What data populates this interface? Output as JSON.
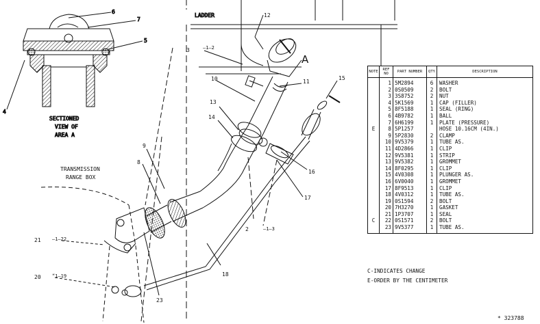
{
  "diagram": {
    "labels": {
      "ladder": "LADDER",
      "area_a": "A",
      "sectioned_view": [
        "SECTIONED",
        "VIEW OF",
        "AREA A"
      ],
      "transmission_box": [
        "TRANSMISSION",
        "RANGE BOX"
      ],
      "ref_12": "12",
      "ref_6": "6",
      "ref_7": "7",
      "ref_5": "5",
      "ref_4": "4",
      "ref_3": "3",
      "ref_m12": "–1–2",
      "ref_10": "10",
      "ref_11": "11",
      "ref_15": "15",
      "ref_13": "13",
      "ref_14": "14",
      "ref_9": "9",
      "ref_8": "8",
      "ref_16": "16",
      "ref_17": "17",
      "ref_2": "2",
      "ref_m13": "–1–3",
      "ref_21": "21",
      "ref_m122": "–1–22",
      "ref_20": "20",
      "ref_m119": "“1–19",
      "ref_18": "18",
      "ref_23": "23"
    }
  },
  "parts_table": {
    "headers": {
      "note": "NOTE",
      "ref_no": "REF NO",
      "part_number": "PART NUMBER",
      "qty": "QTY",
      "description": "DESCRIPTION"
    },
    "rows": [
      {
        "note": "",
        "ref": "1",
        "part": "5M2894",
        "qty": "6",
        "desc": "WASHER"
      },
      {
        "note": "",
        "ref": "2",
        "part": "0S0509",
        "qty": "2",
        "desc": "BOLT"
      },
      {
        "note": "",
        "ref": "3",
        "part": "3S8752",
        "qty": "2",
        "desc": "NUT"
      },
      {
        "note": "",
        "ref": "4",
        "part": "5K1569",
        "qty": "1",
        "desc": "CAP (FILLER)"
      },
      {
        "note": "",
        "ref": "5",
        "part": "8F5188",
        "qty": "1",
        "desc": "SEAL (RING)"
      },
      {
        "note": "",
        "ref": "6",
        "part": "4B9782",
        "qty": "1",
        "desc": "BALL"
      },
      {
        "note": "",
        "ref": "7",
        "part": "6H6199",
        "qty": "1",
        "desc": "PLATE (PRESSURE)"
      },
      {
        "note": "E",
        "ref": "8",
        "part": "5P1257",
        "qty": "",
        "desc": "HOSE 10.16CM (4IN.)"
      },
      {
        "note": "",
        "ref": "9",
        "part": "5P2830",
        "qty": "2",
        "desc": "CLAMP"
      },
      {
        "note": "",
        "ref": "10",
        "part": "9V5379",
        "qty": "1",
        "desc": "TUBE AS."
      },
      {
        "note": "",
        "ref": "11",
        "part": "4D2866",
        "qty": "1",
        "desc": "CLIP"
      },
      {
        "note": "",
        "ref": "12",
        "part": "9V5381",
        "qty": "1",
        "desc": "STRIP"
      },
      {
        "note": "",
        "ref": "13",
        "part": "9V5382",
        "qty": "1",
        "desc": "GROMMET"
      },
      {
        "note": "",
        "ref": "14",
        "part": "8F0295",
        "qty": "1",
        "desc": "CLIP"
      },
      {
        "note": "",
        "ref": "15",
        "part": "4V0308",
        "qty": "1",
        "desc": "PLUNGER AS."
      },
      {
        "note": "",
        "ref": "16",
        "part": "6V0040",
        "qty": "1",
        "desc": "GROMMET"
      },
      {
        "note": "",
        "ref": "17",
        "part": "8F9513",
        "qty": "1",
        "desc": "CLIP"
      },
      {
        "note": "",
        "ref": "18",
        "part": "4V0312",
        "qty": "1",
        "desc": "TUBE AS."
      },
      {
        "note": "",
        "ref": "19",
        "part": "0S1594",
        "qty": "2",
        "desc": "BOLT"
      },
      {
        "note": "",
        "ref": "20",
        "part": "7H3270",
        "qty": "1",
        "desc": "GASKET"
      },
      {
        "note": "",
        "ref": "21",
        "part": "1P3707",
        "qty": "1",
        "desc": "SEAL"
      },
      {
        "note": "C",
        "ref": "22",
        "part": "0S1571",
        "qty": "2",
        "desc": "BOLT"
      },
      {
        "note": "",
        "ref": "23",
        "part": "9V5377",
        "qty": "1",
        "desc": "TUBE AS."
      }
    ]
  },
  "legend": {
    "change": "C-INDICATES CHANGE",
    "order": "E-ORDER BY THE CENTIMETER"
  },
  "illustration_number": "* 323788"
}
